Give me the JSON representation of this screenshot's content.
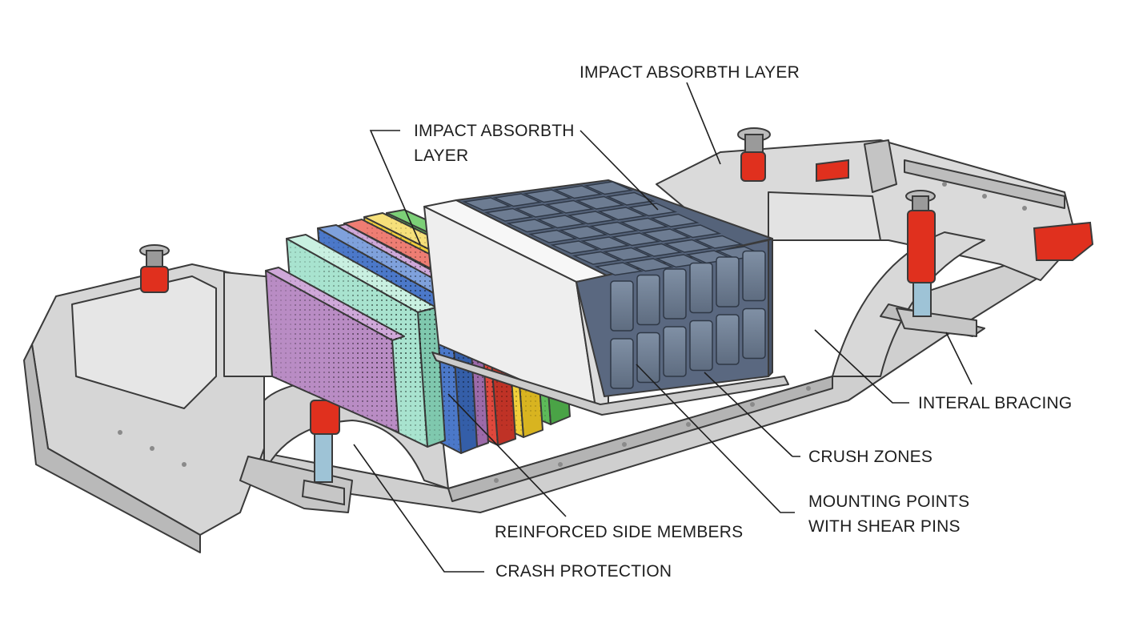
{
  "diagram": {
    "labels": {
      "impact_top": "IMPACT ABSORBTH LAYER",
      "impact_left_line1": "IMPACT ABSORBTH",
      "impact_left_line2": "LAYER",
      "interal_bracing": "INTERAL BRACING",
      "crush_zones": "CRUSH ZONES",
      "mounting_line1": "MOUNTING POINTS",
      "mounting_line2": "WITH SHEAR PINS",
      "reinforced_side": "REINFORCED SIDE MEMBERS",
      "crash_protection": "CRASH PROTECTION"
    },
    "colors": {
      "frame": "#d4d4d4",
      "frame_dark": "#a6a6a6",
      "outline": "#3a3a3a",
      "strut_red": "#e0301e",
      "strut_blue": "#9ec3d6",
      "battery_cell": "#6f7e94",
      "battery_case": "#eeeeee",
      "layer_mint": "#a8e3cf",
      "layer_purple": "#b98cc4",
      "layer_blue": "#4b78c9",
      "layer_red": "#e0483c",
      "layer_yellow": "#f1cf3a",
      "layer_green": "#5dbb59"
    }
  }
}
